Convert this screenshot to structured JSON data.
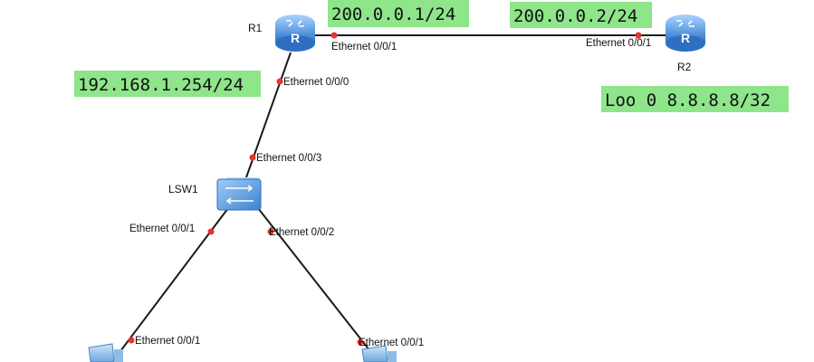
{
  "devices": {
    "r1": {
      "label": "R1",
      "glyph": "R"
    },
    "r2": {
      "label": "R2",
      "glyph": "R"
    },
    "lsw1": {
      "label": "LSW1"
    }
  },
  "ip_labels": {
    "r1_wan": "200.0.0.1/24",
    "r2_wan": "200.0.0.2/24",
    "r1_lan": "192.168.1.254/24",
    "r2_loopback": "Loo 0 8.8.8.8/32"
  },
  "ports": {
    "r1_e001": "Ethernet 0/0/1",
    "r2_e001": "Ethernet 0/0/1",
    "r1_e000": "Ethernet 0/0/0",
    "lsw1_e003": "Ethernet 0/0/3",
    "lsw1_e001": "Ethernet 0/0/1",
    "lsw1_e002": "Ethernet 0/0/2",
    "pc1_e001": "Ethernet 0/0/1",
    "pc2_e001": "Ethernet 0/0/1"
  },
  "colors": {
    "router_body": "#3f86d8",
    "switch_body": "#5aa2e6",
    "label_highlight": "#8ee58a",
    "port_dot": "#e8322b",
    "link": "#1a1a1a"
  }
}
